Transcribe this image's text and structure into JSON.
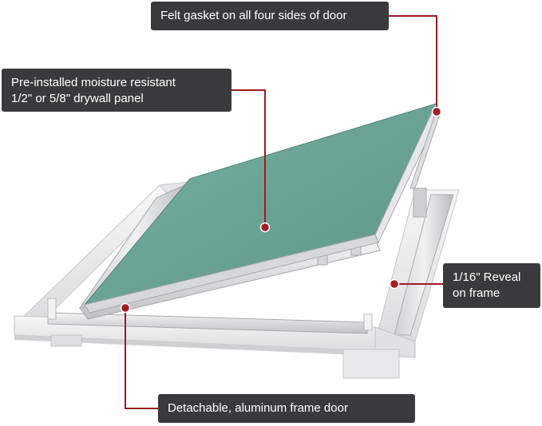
{
  "callouts": {
    "gasket": {
      "lines": [
        "Felt gasket on all four sides of door"
      ]
    },
    "panel": {
      "lines": [
        "Pre-installed moisture resistant",
        "1/2\" or 5/8\" drywall panel"
      ]
    },
    "reveal": {
      "lines": [
        "1/16\" Reveal",
        "on frame"
      ]
    },
    "door": {
      "lines": [
        "Detachable, aluminum frame door"
      ]
    }
  },
  "colors": {
    "leader_line": "#9b1b22",
    "marker_dot": "#a51d25",
    "callout_bg": "#3a3a3c",
    "drywall_green": "#6fa595",
    "frame_white": "#e9e9ea"
  }
}
